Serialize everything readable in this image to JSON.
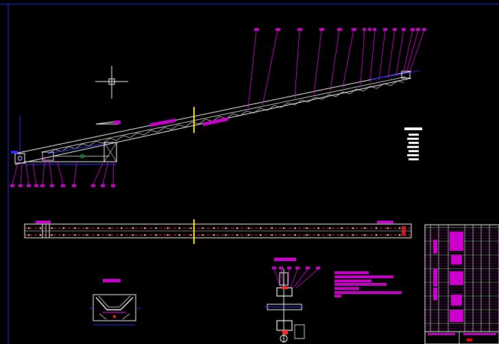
{
  "drawing": {
    "background": "#000000",
    "colors": {
      "frame": "#2a2aff",
      "line": "#ffffff",
      "leader": "#ff00ff",
      "label_block": "#cc00cc",
      "centerline": "#ffee00",
      "belt_dashed": "#ff2a2a",
      "accent_green": "#00cc44",
      "accent_cyan": "#00c8ff",
      "title_red": "#ff0000"
    },
    "views": [
      "conveyor-elevation",
      "conveyor-plan",
      "idler-cross-section",
      "drive-assembly",
      "bill-of-materials-table"
    ],
    "icons": [
      "crosshair-cursor-icon",
      "ucs-arrow-icon"
    ]
  }
}
